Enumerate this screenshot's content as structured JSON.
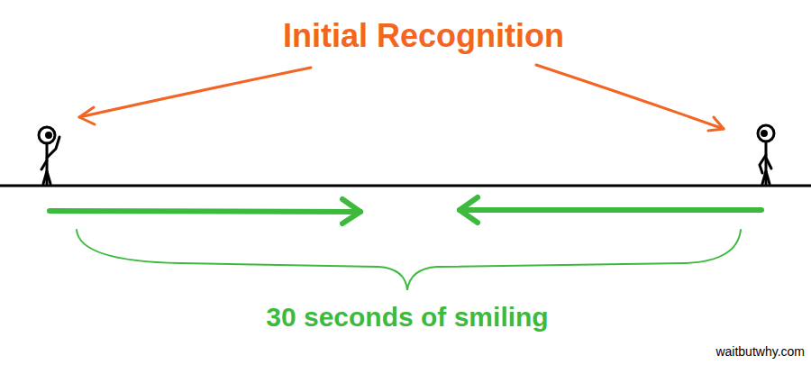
{
  "diagram": {
    "labels": [
      "Initial Recognition",
      "30 seconds of smiling",
      "waitbutwhy.com"
    ]
  }
}
